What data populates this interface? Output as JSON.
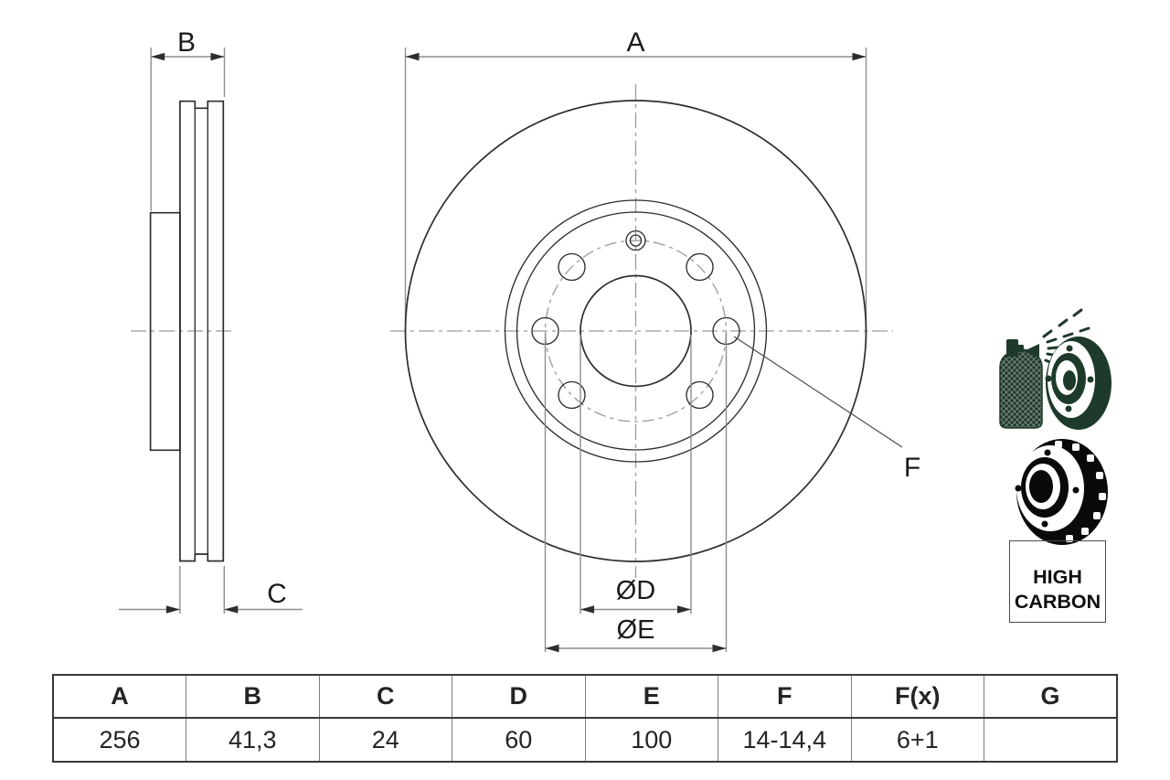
{
  "colors": {
    "background": "#ffffff",
    "outline": "#2d2d2d",
    "dim_line": "#8e8e8e",
    "label": "#1b1b1b",
    "icon_green": "#1e3a2a",
    "icon_black": "#0a0a0a",
    "table_border": "#383838"
  },
  "dimension_labels": {
    "a": "A",
    "b": "B",
    "c": "C",
    "d": "ØD",
    "e": "ØE",
    "f": "F"
  },
  "icons": {
    "coating_spray": "spray-can-coating-disc-icon",
    "vented_disc": "vented-brake-disc-icon"
  },
  "badge": {
    "line1": "HIGH",
    "line2": "CARBON"
  },
  "spec_table": {
    "headers": [
      "A",
      "B",
      "C",
      "D",
      "E",
      "F",
      "F(x)",
      "G"
    ],
    "values": [
      "256",
      "41,3",
      "24",
      "60",
      "100",
      "14-14,4",
      "6+1",
      ""
    ]
  }
}
